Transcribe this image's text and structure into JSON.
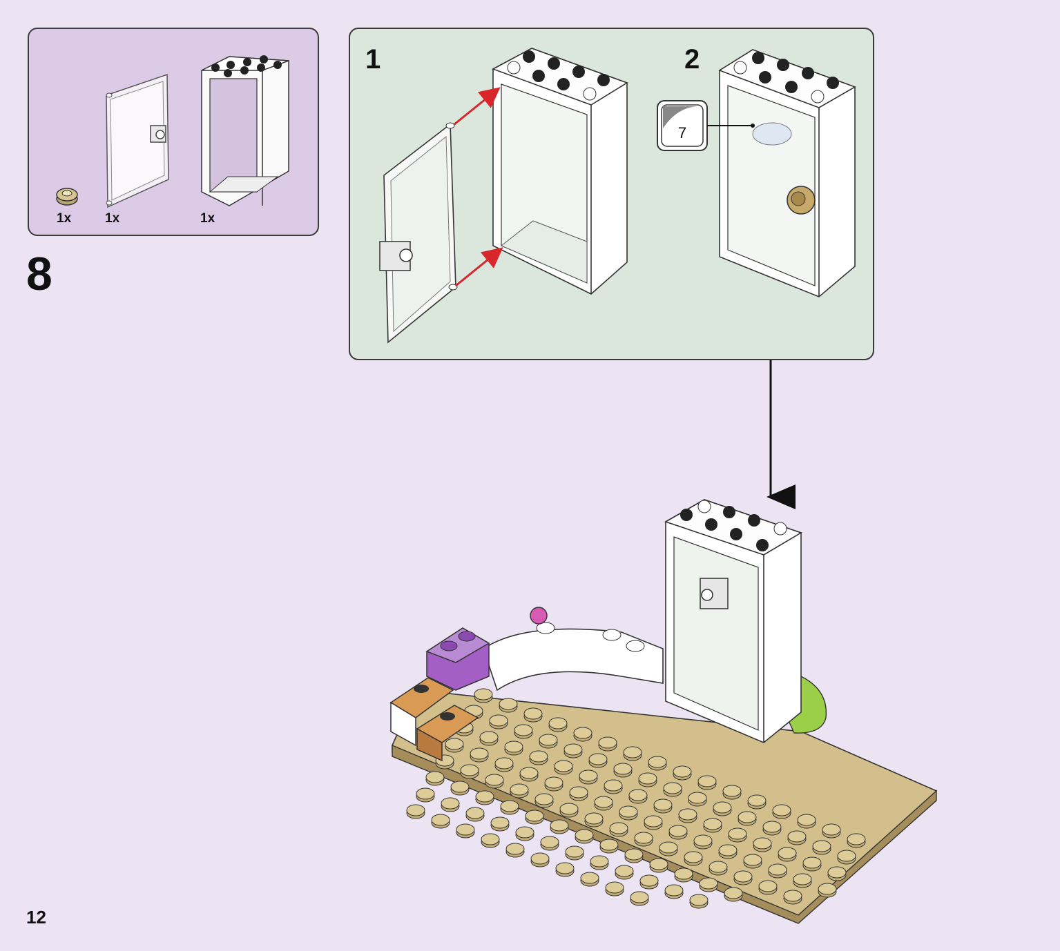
{
  "parts": [
    {
      "icon": "tan-round-tile-icon",
      "qty": "1x"
    },
    {
      "icon": "transparent-door-icon",
      "qty": "1x"
    },
    {
      "icon": "white-door-frame-icon",
      "qty": "1x"
    }
  ],
  "step": "8",
  "substeps": [
    {
      "num": "1"
    },
    {
      "num": "2",
      "sticker": "7"
    }
  ],
  "page_number": "12",
  "colors": {
    "page_bg": "#ece4f3",
    "parts_bg": "#dccbe6",
    "substep_bg": "#dbe7dc",
    "baseplate_tan": "#d2bf8c",
    "arrow_red": "#d8262a"
  }
}
